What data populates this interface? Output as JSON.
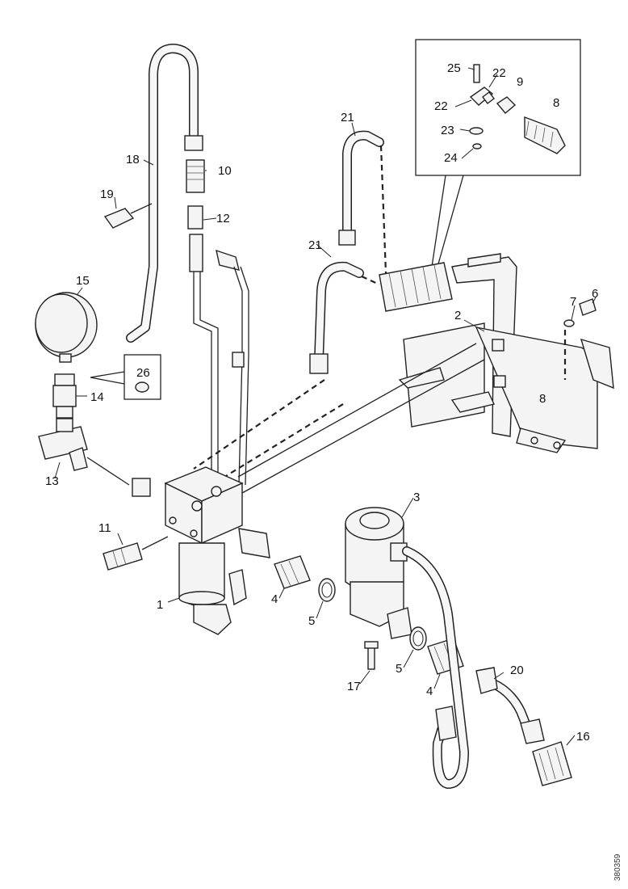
{
  "callouts": {
    "c1": "1",
    "c2": "2",
    "c3": "3",
    "c4a": "4",
    "c4b": "4",
    "c5a": "5",
    "c5b": "5",
    "c6": "6",
    "c7": "7",
    "c8a": "8",
    "c8b": "8",
    "c9": "9",
    "c10": "10",
    "c11": "11",
    "c12": "12",
    "c13": "13",
    "c14": "14",
    "c15": "15",
    "c16": "16",
    "c17": "17",
    "c18": "18",
    "c19": "19",
    "c20": "20",
    "c21a": "21",
    "c21b": "21",
    "c22a": "22",
    "c22b": "22",
    "c23": "23",
    "c24": "24",
    "c25": "25",
    "c26": "26"
  },
  "doc_id": "380359"
}
